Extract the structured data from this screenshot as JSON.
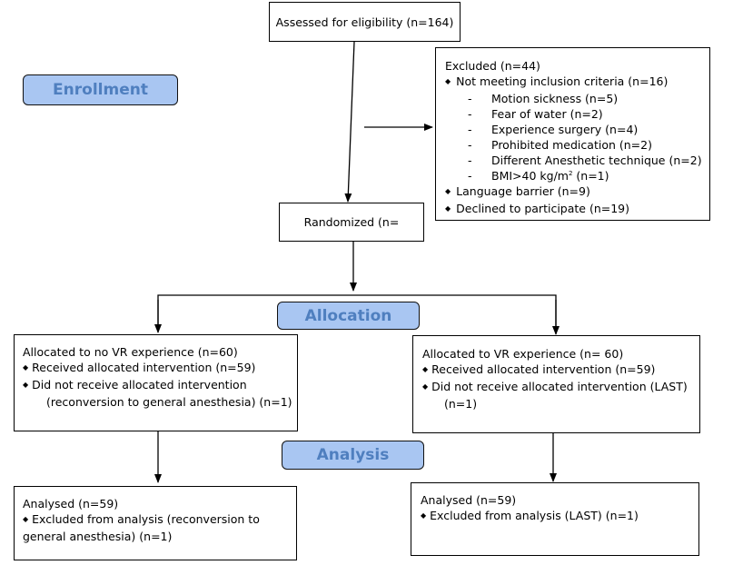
{
  "assessed": {
    "label": "Assessed for eligibility (n=164)"
  },
  "excluded": {
    "title": "Excluded  (n=44)",
    "criteria": "Not meeting inclusion criteria (n=16)",
    "reasons": [
      "Motion sickness (n=5)",
      "Fear of water (n=2)",
      "Experience surgery (n=4)",
      "Prohibited medication (n=2)",
      "Different Anesthetic technique (n=2)"
    ],
    "bmi_prefix": "BMI>40 kg/m",
    "bmi_sup": "2",
    "bmi_suffix": " (n=1)",
    "language": "Language barrier (n=9)",
    "declined": "Declined to participate (n=19)"
  },
  "randomized": {
    "label": "Randomized (n="
  },
  "stages": {
    "enrollment": "Enrollment",
    "allocation": "Allocation",
    "analysis": "Analysis"
  },
  "alloc_left": {
    "title": "Allocated to no VR experience (n=60)",
    "received": "Received allocated intervention (n=59)",
    "not_received_1": "Did not receive allocated intervention",
    "not_received_2": "(reconversion to general anesthesia) (n=1)"
  },
  "alloc_right": {
    "title": "Allocated to VR experience (n= 60)",
    "received": "Received allocated intervention (n=59)",
    "not_received_1": "Did not receive allocated intervention (LAST)",
    "not_received_2": "(n=1)"
  },
  "analysis_left": {
    "title": "Analysed  (n=59)",
    "excluded_1": "Excluded from analysis (reconversion to",
    "excluded_2": "general anesthesia) (n=1)"
  },
  "analysis_right": {
    "title": "Analysed  (n=59)",
    "excluded": "Excluded from analysis (LAST) (n=1)"
  }
}
